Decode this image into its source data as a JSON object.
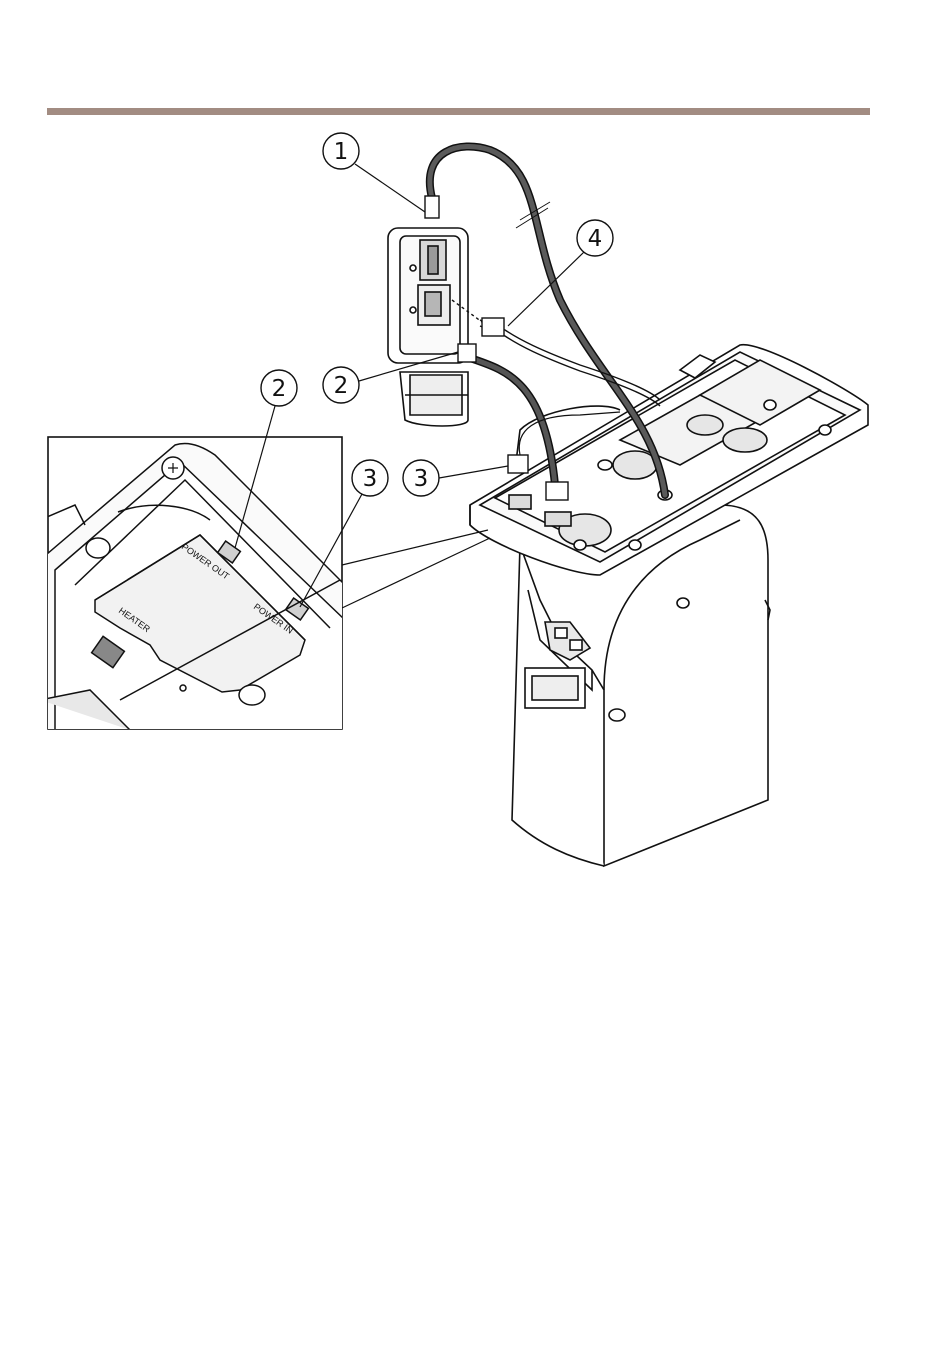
{
  "colors": {
    "rule": "#a28c82",
    "line": "#111111",
    "cable": "#3a3a3a",
    "shade": "#d9d9d9"
  },
  "callouts": {
    "c1": "1",
    "c2": "2",
    "c2_inset": "2",
    "c3": "3",
    "c3_inset": "3",
    "c4": "4"
  },
  "inset": {
    "power_out": "POWER OUT",
    "power_in": "POWER IN",
    "heater": "HEATER"
  }
}
